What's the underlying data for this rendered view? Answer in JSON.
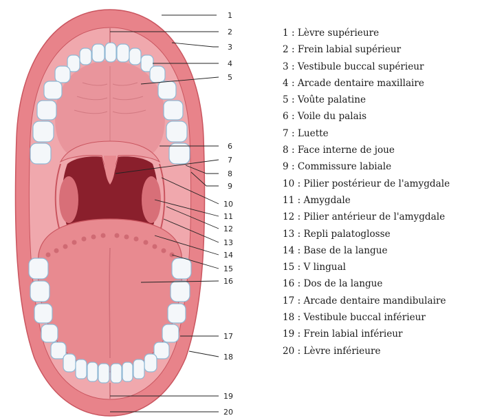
{
  "diagram": {
    "callout_numbers": [
      "1",
      "2",
      "3",
      "4",
      "5",
      "6",
      "7",
      "8",
      "9",
      "10",
      "11",
      "12",
      "13",
      "14",
      "15",
      "16",
      "17",
      "18",
      "19",
      "20"
    ],
    "legend": [
      "1 : Lèvre supérieure",
      "2 : Frein labial supérieur",
      "3 : Vestibule buccal supérieur",
      "4 : Arcade dentaire maxillaire",
      "5 : Voûte palatine",
      "6 : Voile du palais",
      "7 : Luette",
      "8 : Face interne de joue",
      "9 : Commissure labiale",
      "10 : Pilier postérieur de l'amygdale",
      "11 : Amygdale",
      "12 : Pilier antérieur de l'amygdale",
      "13 : Repli palatoglosse",
      "14 : Base de la langue",
      "15 : V lingual",
      "16 : Dos de la langue",
      "17 : Arcade dentaire mandibulaire",
      "18 : Vestibule buccal inférieur",
      "19 : Frein labial inférieur",
      "20 : Lèvre inférieure"
    ]
  },
  "colors": {
    "lip": "#e8838a",
    "lip_dark": "#c9555f",
    "mucosa": "#f0a8ad",
    "palate": "#e9959c",
    "throat": "#8a1f2c",
    "tongue": "#e88a90",
    "tooth": "#f4f7fa",
    "tooth_shadow": "#8fb8d4",
    "line": "#222222"
  }
}
